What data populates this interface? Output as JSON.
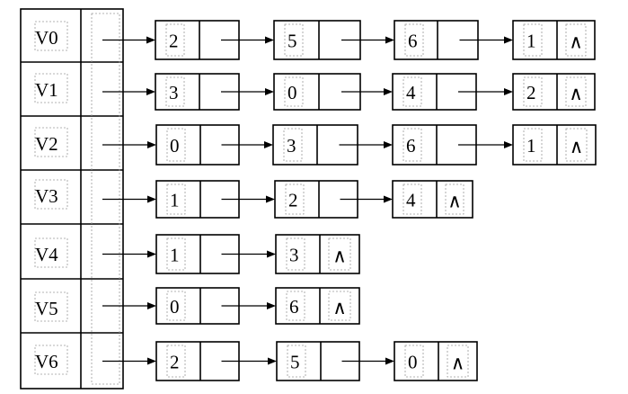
{
  "vertices": [
    {
      "label": "V0",
      "edges": [
        "2",
        "5",
        "6",
        "1"
      ]
    },
    {
      "label": "V1",
      "edges": [
        "3",
        "0",
        "4",
        "2"
      ]
    },
    {
      "label": "V2",
      "edges": [
        "0",
        "3",
        "6",
        "1"
      ]
    },
    {
      "label": "V3",
      "edges": [
        "1",
        "2",
        "4"
      ]
    },
    {
      "label": "V4",
      "edges": [
        "1",
        "3"
      ]
    },
    {
      "label": "V5",
      "edges": [
        "0",
        "6"
      ]
    },
    {
      "label": "V6",
      "edges": [
        "2",
        "5",
        "0"
      ]
    }
  ],
  "null_symbol": "∧"
}
